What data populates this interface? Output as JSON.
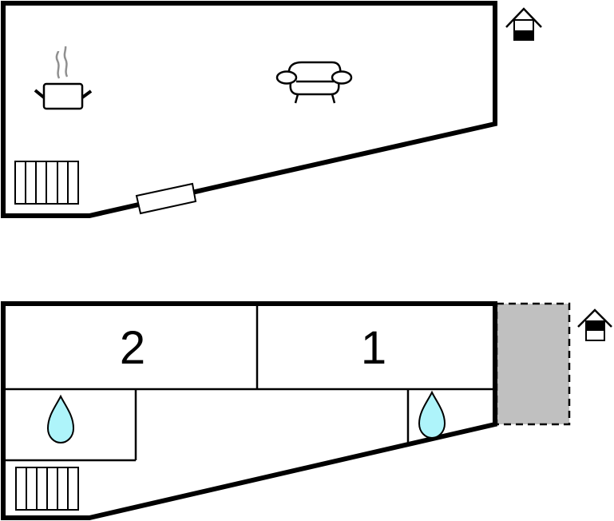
{
  "plan": {
    "upper_floor": {
      "symbols": [
        "cooking-pot-icon",
        "sofa-icon",
        "radiator-icon",
        "window-icon",
        "house-upper-floor-icon"
      ]
    },
    "lower_floor": {
      "rooms": [
        {
          "label": "2"
        },
        {
          "label": "1"
        }
      ],
      "symbols": [
        "water-drop-icon",
        "water-drop-icon",
        "radiator-icon",
        "terrace-area",
        "house-lower-floor-icon"
      ]
    },
    "colors": {
      "wall": "#000000",
      "water": "#aef4fa",
      "terrace": "#c0c0c0",
      "steam": "#909090"
    }
  }
}
